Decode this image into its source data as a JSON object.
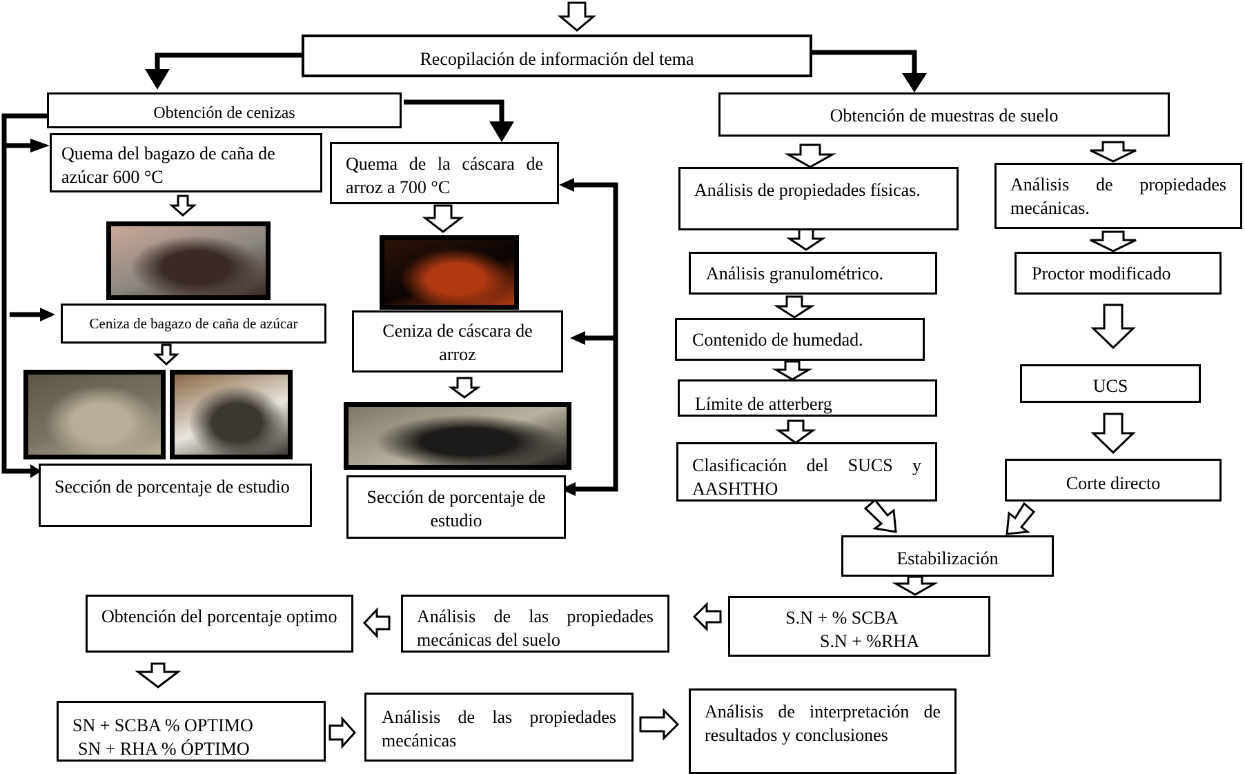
{
  "boxes": {
    "recopilacion": "Recopilación de información del tema",
    "obtencion_cenizas": "Obtención de cenizas",
    "quema_bagazo": "Quema del bagazo de caña de azúcar 600 °C",
    "quema_cascara": "Quema de la cáscara de arroz a 700 °C",
    "ceniza_bagazo": "Ceniza de bagazo de caña de azúcar",
    "ceniza_cascara": "Ceniza de cáscara de arroz",
    "seccion_bagazo": "Sección de porcentaje de estudio",
    "seccion_cascara": "Sección de porcentaje de estudio",
    "obtencion_suelo": "Obtención de muestras de suelo",
    "analisis_fisicas": "Análisis de propiedades físicas.",
    "analisis_mecanicas": "Análisis de propiedades mecánicas.",
    "granulometrico": "Análisis granulométrico.",
    "humedad": "Contenido de humedad.",
    "atterberg": "Límite de atterberg",
    "clasificacion": "Clasificación del SUCS y AASHTHO",
    "proctor": "Proctor modificado",
    "ucs": "UCS",
    "corte_directo": "Corte directo",
    "estabilizacion": "Estabilización",
    "sn_scba": "S.N + % SCBA",
    "sn_rha": "S.N + %RHA",
    "analisis_mec_suelo": "Análisis de las propiedades mecánicas del suelo",
    "porcentaje_optimo": "Obtención del porcentaje optimo",
    "sn_scba_optimo": "SN + SCBA % OPTIMO",
    "sn_rha_optimo": "SN + RHA % ÓPTIMO",
    "analisis_mec_final": "Análisis de las propiedades mecánicas",
    "interpretacion": "Análisis de interpretación de resultados y conclusiones"
  },
  "photos": [
    {
      "name": "bagasse-burning-photo",
      "colors": [
        "#8b8680",
        "#3a2a26",
        "#c9a99a"
      ]
    },
    {
      "name": "rice-husk-burning-photo",
      "colors": [
        "#0a0504",
        "#b03a10",
        "#2a1208"
      ]
    },
    {
      "name": "bagasse-ash-sieve-photo",
      "colors": [
        "#7a7466",
        "#b8ae98",
        "#5c5548"
      ]
    },
    {
      "name": "bagasse-ash-samples-photo",
      "colors": [
        "#e8e4dc",
        "#3b3630",
        "#8a6a48"
      ]
    },
    {
      "name": "rice-husk-ash-photo",
      "colors": [
        "#b9b2a0",
        "#1e1c1a",
        "#7e7868"
      ]
    }
  ]
}
